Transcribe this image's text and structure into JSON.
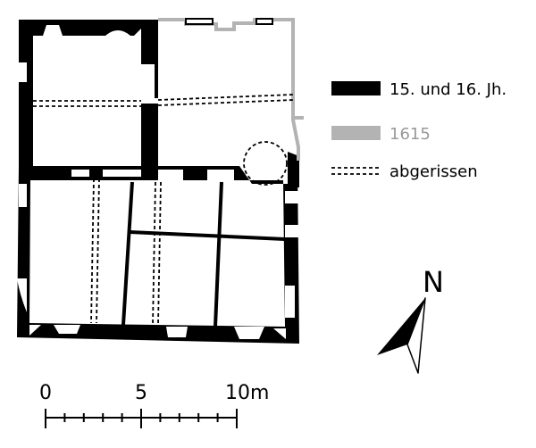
{
  "legend": {
    "items": [
      {
        "label": "15. und 16. Jh.",
        "color": "#000000",
        "style": "solid"
      },
      {
        "label": "1615",
        "color": "#b3b3b3",
        "style": "solid"
      },
      {
        "label": "abgerissen",
        "color": "#000000",
        "style": "dashed"
      }
    ]
  },
  "scale": {
    "labels": [
      "0",
      "5",
      "10m"
    ]
  },
  "north": {
    "label": "N"
  },
  "colors": {
    "old_walls": "#000000",
    "walls_1615": "#b3b3b3",
    "demolished": "#000000",
    "background": "#ffffff"
  }
}
